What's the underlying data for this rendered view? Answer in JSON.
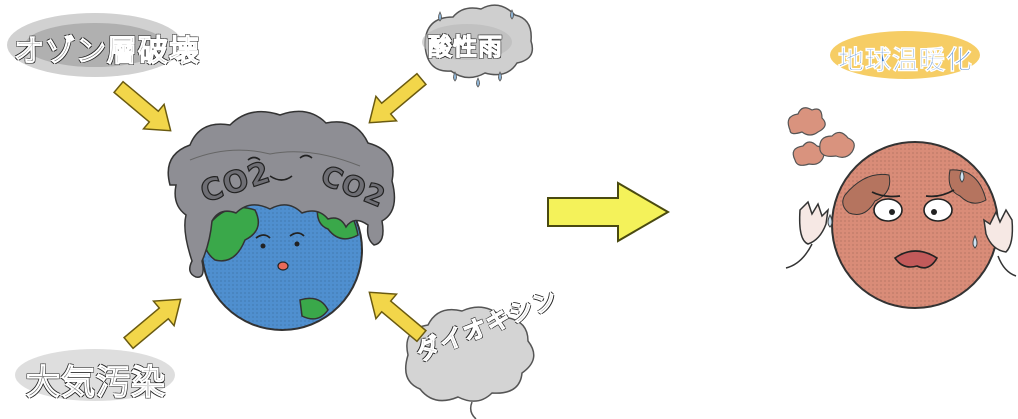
{
  "labels": {
    "ozone": "オゾン層破壊",
    "acid_rain": "酸性雨",
    "air_pollution": "大気汚染",
    "dioxin": "ダイオキシン",
    "global_warming": "地球温暖化",
    "co2_left": "CO2",
    "co2_right": "CO2"
  },
  "colors": {
    "arrow_fill": "#f2d64a",
    "big_arrow_fill": "#f4f25a",
    "ocean": "#4f8fcf",
    "land": "#3aa84a",
    "smog": "#8e8e94",
    "hot_earth": "#d98c78",
    "warming_glow": "#f4c44a",
    "warming_text": "#3a78c8"
  }
}
